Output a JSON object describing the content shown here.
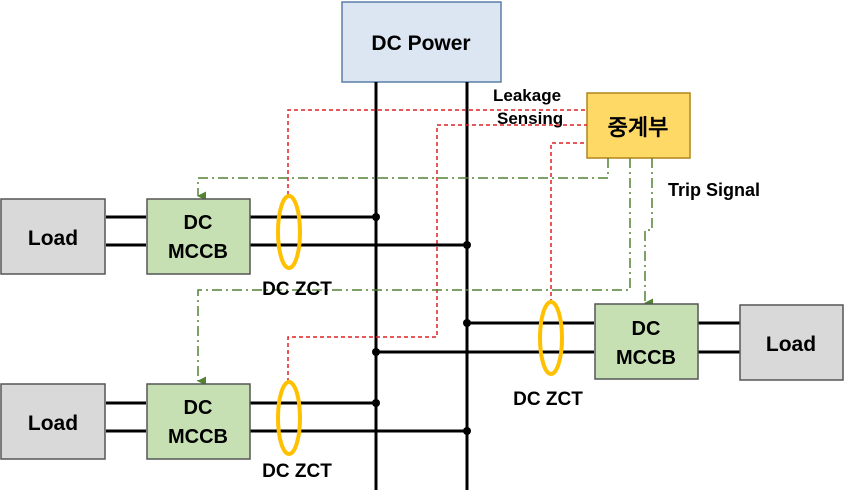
{
  "dc_power": "DC Power",
  "relay_unit": "중계부",
  "leakage_line1": "Leakage",
  "leakage_line2": "Sensing",
  "trip_signal": "Trip  Signal",
  "loads": [
    {
      "label": "Load"
    },
    {
      "label": "Load"
    },
    {
      "label": "Load"
    }
  ],
  "mccbs": [
    {
      "line1": "DC",
      "line2": "MCCB"
    },
    {
      "line1": "DC",
      "line2": "MCCB"
    },
    {
      "line1": "DC",
      "line2": "MCCB"
    }
  ],
  "zcts": [
    {
      "label": "DC  ZCT"
    },
    {
      "label": "DC  ZCT"
    },
    {
      "label": "DC  ZCT"
    }
  ],
  "colors": {
    "power_box": "#dce6f2",
    "power_border": "#5b7fa8",
    "relay_box": "#ffd966",
    "relay_border": "#b0861a",
    "load_box": "#d9d9d9",
    "mccb_box": "#c6e0b4",
    "zct_ring": "#ffc000",
    "leakage_line": "#e02020",
    "trip_line": "#548235"
  }
}
